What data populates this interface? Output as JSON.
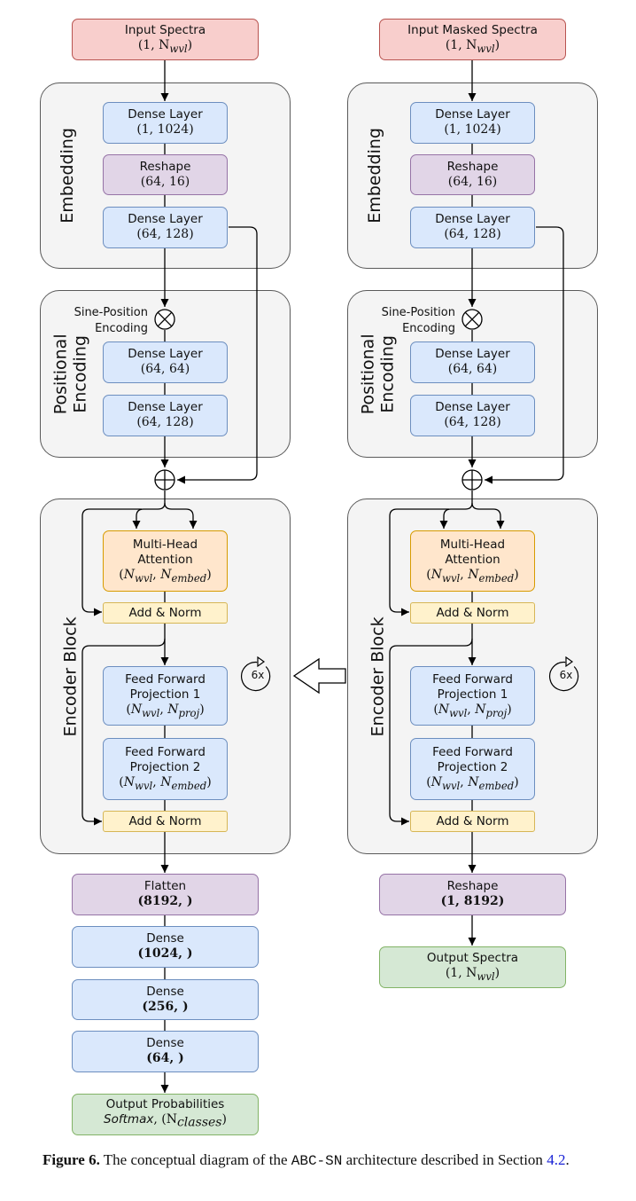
{
  "left": {
    "input": {
      "label": "Input Spectra",
      "shape": "(1, N",
      "shape_sub": "wvl",
      "shape_end": ")"
    },
    "embedding": {
      "title": "Embedding",
      "dense1": {
        "label": "Dense Layer",
        "shape": "(1, 1024)"
      },
      "reshape": {
        "label": "Reshape",
        "shape": "(64, 16)"
      },
      "dense2": {
        "label": "Dense Layer",
        "shape": "(64, 128)"
      }
    },
    "positional": {
      "title1": "Positional",
      "title2": "Encoding",
      "sine1": "Sine-Position",
      "sine2": "Encoding",
      "dense1": {
        "label": "Dense Layer",
        "shape": "(64, 64)"
      },
      "dense2": {
        "label": "Dense Layer",
        "shape": "(64, 128)"
      }
    },
    "encoder": {
      "title": "Encoder Block",
      "repeat": "6x",
      "mha": {
        "label1": "Multi-Head",
        "label2": "Attention",
        "n1": "wvl",
        "n2": "embed"
      },
      "addnorm1": "Add & Norm",
      "ff1": {
        "label1": "Feed Forward",
        "label2": "Projection 1",
        "n1": "wvl",
        "n2": "proj"
      },
      "ff2": {
        "label1": "Feed Forward",
        "label2": "Projection 2",
        "n1": "wvl",
        "n2": "embed"
      },
      "addnorm2": "Add & Norm"
    },
    "flatten": {
      "label": "Flatten",
      "shape": "(8192, )"
    },
    "dense_a": {
      "label": "Dense",
      "shape": "(1024, )"
    },
    "dense_b": {
      "label": "Dense",
      "shape": "(256, )"
    },
    "dense_c": {
      "label": "Dense",
      "shape": "(64, )"
    },
    "output": {
      "label": "Output Probabilities",
      "fn": "Softmax",
      "shape_pre": ", (N",
      "sub": "classes",
      "shape_end": ")"
    }
  },
  "right": {
    "input": {
      "label": "Input Masked Spectra",
      "shape": "(1, N",
      "shape_sub": "wvl",
      "shape_end": ")"
    },
    "embedding": {
      "title": "Embedding",
      "dense1": {
        "label": "Dense Layer",
        "shape": "(1, 1024)"
      },
      "reshape": {
        "label": "Reshape",
        "shape": "(64, 16)"
      },
      "dense2": {
        "label": "Dense Layer",
        "shape": "(64, 128)"
      }
    },
    "positional": {
      "title1": "Positional",
      "title2": "Encoding",
      "sine1": "Sine-Position",
      "sine2": "Encoding",
      "dense1": {
        "label": "Dense Layer",
        "shape": "(64, 64)"
      },
      "dense2": {
        "label": "Dense Layer",
        "shape": "(64, 128)"
      }
    },
    "encoder": {
      "title": "Encoder Block",
      "repeat": "6x",
      "mha": {
        "label1": "Multi-Head",
        "label2": "Attention",
        "n1": "wvl",
        "n2": "embed"
      },
      "addnorm1": "Add & Norm",
      "ff1": {
        "label1": "Feed Forward",
        "label2": "Projection 1",
        "n1": "wvl",
        "n2": "proj"
      },
      "ff2": {
        "label1": "Feed Forward",
        "label2": "Projection 2",
        "n1": "wvl",
        "n2": "embed"
      },
      "addnorm2": "Add & Norm"
    },
    "reshape_out": {
      "label": "Reshape",
      "shape": "(1, 8192)"
    },
    "output": {
      "label": "Output Spectra",
      "shape": "(1, N",
      "shape_sub": "wvl",
      "shape_end": ")"
    }
  },
  "caption": {
    "fig": "Figure 6.",
    "pre": " The conceptual diagram of the ",
    "code": "ABC-SN",
    "mid": " architecture described in Section ",
    "ref": "4.2",
    "end": "."
  }
}
